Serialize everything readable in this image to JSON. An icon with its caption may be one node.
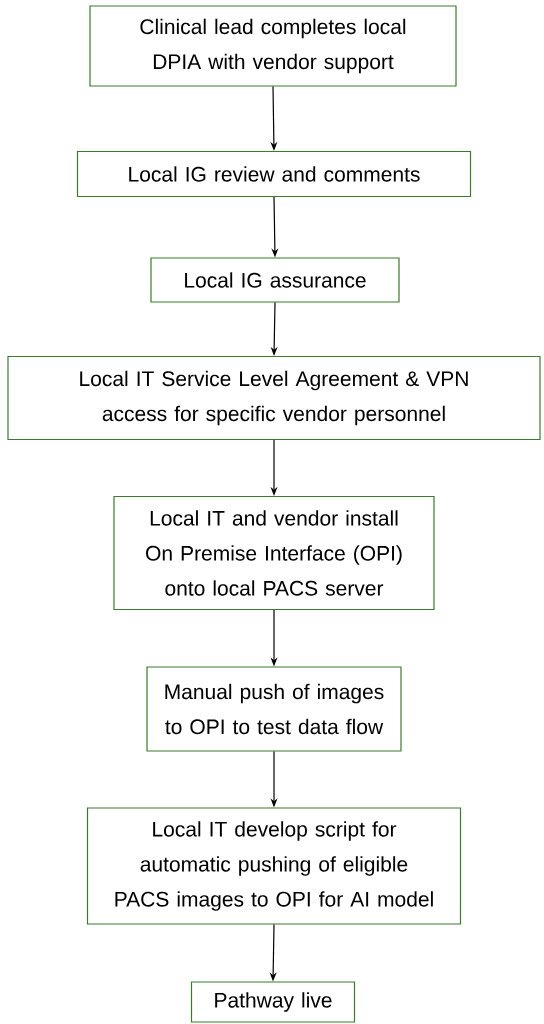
{
  "diagram": {
    "nodes": [
      {
        "text": [
          "Clinical lead completes local DPIA with vendor support"
        ]
      },
      {
        "text": [
          "Local IG review and comments"
        ]
      },
      {
        "text": [
          "Local IG assurance"
        ]
      },
      {
        "text": [
          "Local IT Service Level Agreement & VPN access for specific vendor personnel"
        ]
      },
      {
        "text": [
          "Local IT and vendor install On Premise Interface (OPI) onto local PACS server"
        ]
      },
      {
        "text": [
          "Manual push of images to OPI to test data flow"
        ]
      },
      {
        "text": [
          "Local IT develop script for automatic pushing of eligible PACS images to OPI for AI model"
        ]
      },
      {
        "text": [
          "Pathway live"
        ]
      }
    ],
    "edges": [
      {
        "from": 0,
        "to": 1,
        "arrow": "to"
      },
      {
        "from": 1,
        "to": 2,
        "arrow": "to"
      },
      {
        "from": 2,
        "to": 3,
        "arrow": "to"
      },
      {
        "from": 3,
        "to": 4,
        "arrow": "to"
      },
      {
        "from": 4,
        "to": 5,
        "arrow": "to"
      },
      {
        "from": 5,
        "to": 6,
        "arrow": "to"
      },
      {
        "from": 6,
        "to": 7,
        "arrow": "to"
      }
    ]
  }
}
